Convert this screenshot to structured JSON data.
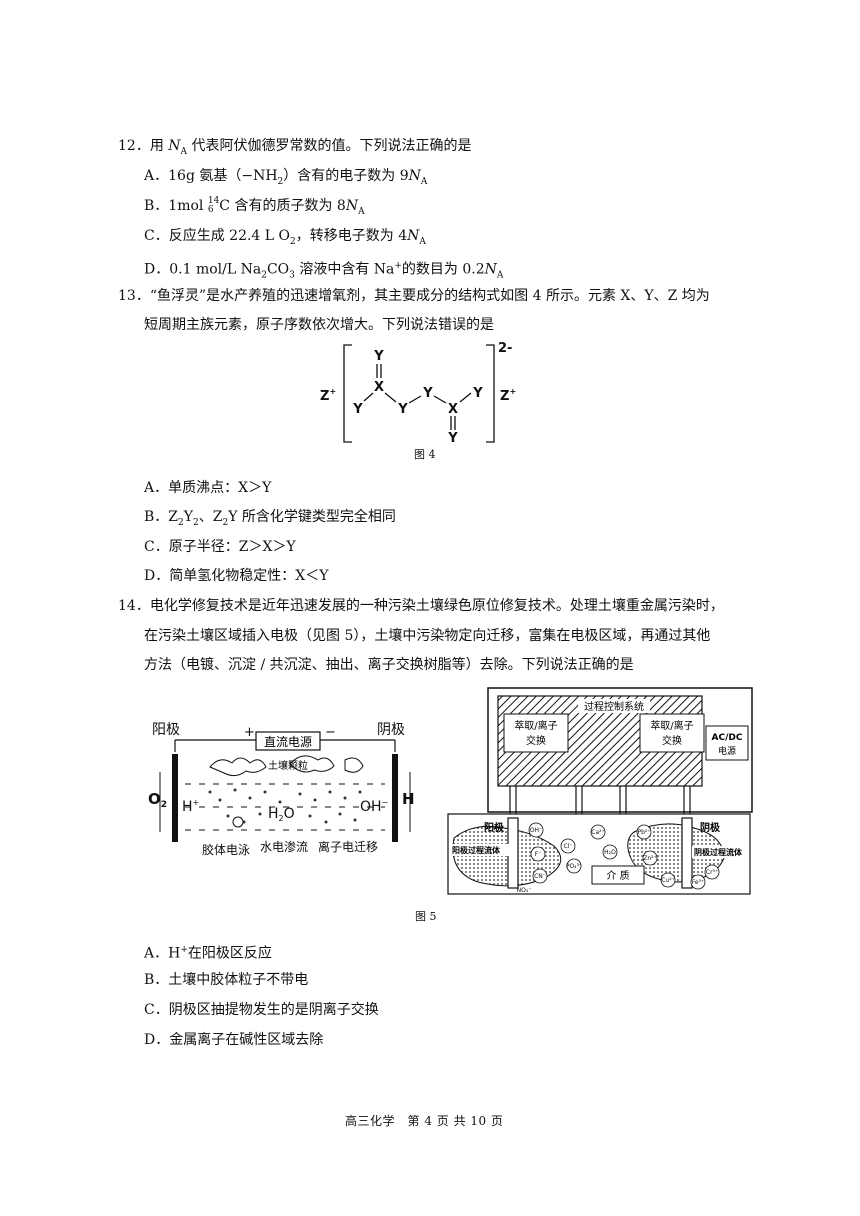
{
  "q12": {
    "number": "12．",
    "stem_pre": "用 ",
    "na_n": "N",
    "na_sub": "A",
    "stem_post": " 代表阿伏伽德罗常数的值。下列说法正确的是",
    "A": {
      "label": "A．",
      "t1": "16g 氨基（−NH",
      "sub": "2",
      "t2": "）含有的电子数为 9",
      "n": "N",
      "a": "A"
    },
    "B": {
      "label": "B．",
      "t1": "1mol ",
      "sup": "14",
      "sub": "6",
      "t2": "C 含有的质子数为 8",
      "n": "N",
      "a": "A"
    },
    "C": {
      "label": "C．",
      "t1": "反应生成 22.4 L O",
      "sub": "2",
      "t2": "，转移电子数为 4",
      "n": "N",
      "a": "A"
    },
    "D": {
      "label": "D．",
      "t1": "0.1 mol/L Na",
      "sub1": "2",
      "t2": "CO",
      "sub2": "3",
      "t3": " 溶液中含有 Na",
      "sup": "+",
      "t4": "的数目为 0.2",
      "n": "N",
      "a": "A"
    }
  },
  "q13": {
    "number": "13．",
    "line1": "“鱼浮灵”是水产养殖的迅速增氧剂，其主要成分的结构式如图 4 所示。元素 X、Y、Z 均为",
    "line2": "短周期主族元素，原子序数依次增大。下列说法错误的是",
    "figure": {
      "charge": "2-",
      "cation_left": "Z",
      "cation_right": "Z",
      "cation_charge": "+",
      "X": "X",
      "Y": "Y",
      "caption": "图 4"
    },
    "A": {
      "label": "A．",
      "text": "单质沸点：X＞Y"
    },
    "B": {
      "label": "B．",
      "t1": "Z",
      "s1": "2",
      "t2": "Y",
      "s2": "2",
      "t3": "、Z",
      "s3": "2",
      "t4": "Y 所含化学键类型完全相同"
    },
    "C": {
      "label": "C．",
      "text": "原子半径：Z＞X＞Y"
    },
    "D": {
      "label": "D．",
      "text": "简单氢化物稳定性：X＜Y"
    }
  },
  "q14": {
    "number": "14．",
    "line1": "电化学修复技术是近年迅速发展的一种污染土壤绿色原位修复技术。处理土壤重金属污染时，",
    "line2": "在污染土壤区域插入电极（见图 5），土壤中污染物定向迁移，富集在电极区域，再通过其他",
    "line3": "方法（电镀、沉淀 / 共沉淀、抽出、离子交换树脂等）去除。下列说法正确的是",
    "left_fig": {
      "anode": "阳极",
      "cathode": "阴极",
      "plus": "+",
      "minus": "−",
      "source": "直流电源",
      "soil": "土壤颗粒",
      "o2": "O",
      "o2sub": "2",
      "h2": "H",
      "h2sub": "2",
      "hplus": "H",
      "hplus_sup": "+",
      "oh": "OH",
      "oh_sup": "−",
      "water": "H",
      "water_sub": "2",
      "water_o": "O",
      "colloid": "胶体电泳",
      "osmosis": "水电渗流",
      "migration": "离子电迁移"
    },
    "right_fig": {
      "control": "过程控制系统",
      "extract_left_1": "萃取/离子",
      "extract_left_2": "交换",
      "extract_right_1": "萃取/离子",
      "extract_right_2": "交换",
      "acdc_1": "AC/DC",
      "acdc_2": "电源",
      "anode": "阳极",
      "cathode": "阴极",
      "anode_fluid": "阳极过程流体",
      "cathode_fluid": "阴极过程流体",
      "medium": "介  质",
      "ions": [
        "OH⁻",
        "Ca²⁺",
        "Pb²⁺",
        "Cl⁻",
        "F⁻",
        "H₂O",
        "Zn²⁺",
        "PO₄³⁻",
        "CN⁻",
        "NO₃⁻",
        "Cu²⁺",
        "Cr³⁺",
        "Fe³⁺"
      ]
    },
    "caption": "图 5",
    "A": {
      "label": "A．",
      "t1": "H",
      "sup": "+",
      "t2": "在阳极区反应"
    },
    "B": {
      "label": "B．",
      "text": "土壤中胶体粒子不带电"
    },
    "C": {
      "label": "C．",
      "text": "阴极区抽提物发生的是阴离子交换"
    },
    "D": {
      "label": "D．",
      "text": "金属离子在碱性区域去除"
    }
  },
  "footer": "高三化学　第 4 页 共 10 页"
}
